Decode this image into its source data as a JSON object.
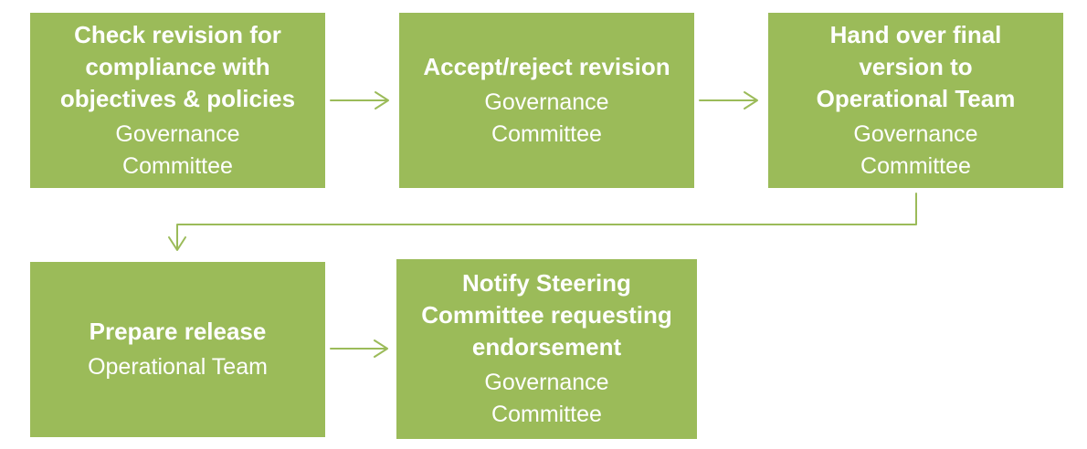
{
  "colors": {
    "box_fill": "#9bbb59",
    "text": "#ffffff",
    "connector": "#9bbb59"
  },
  "steps": [
    {
      "title": "Check revision for\ncompliance with\nobjectives & policies",
      "owner": "Governance\nCommittee"
    },
    {
      "title": "Accept/reject revision",
      "owner": "Governance\nCommittee"
    },
    {
      "title": "Hand over final\nversion to\nOperational Team",
      "owner": "Governance\nCommittee"
    },
    {
      "title": "Prepare release",
      "owner": "Operational Team"
    },
    {
      "title": "Notify Steering\nCommittee requesting\nendorsement",
      "owner": "Governance\nCommittee"
    }
  ]
}
